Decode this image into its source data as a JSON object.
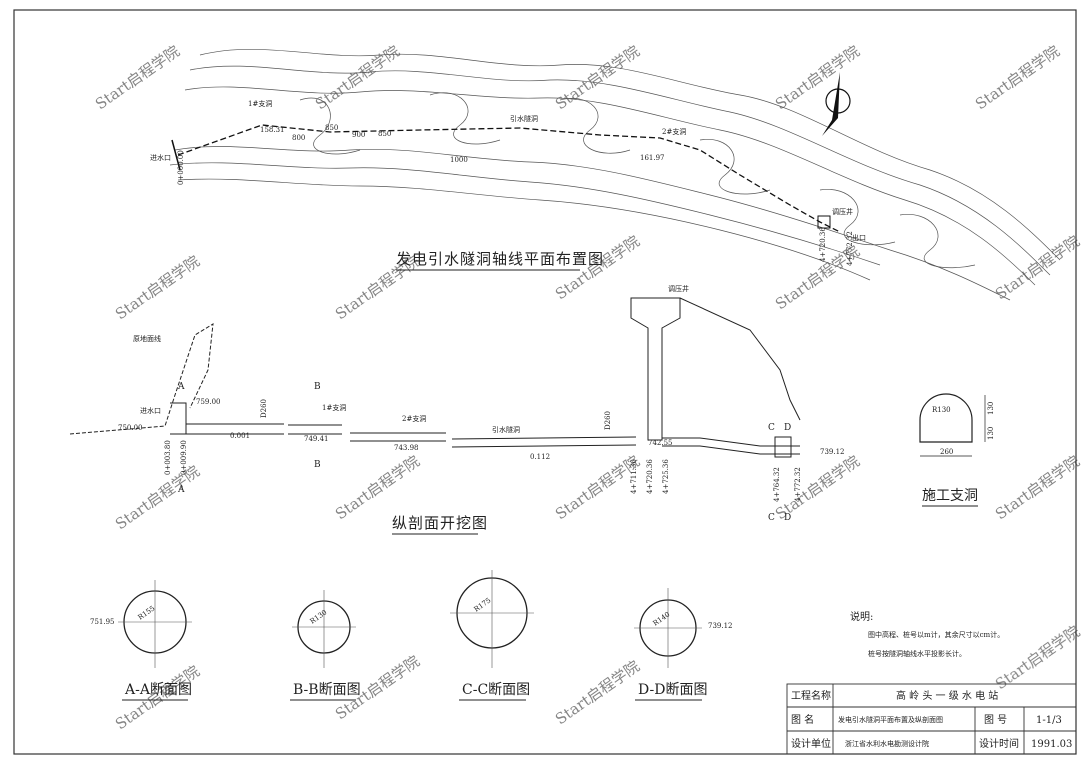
{
  "plan": {
    "title": "发电引水隧洞轴线平面布置图",
    "inlet_label": "进水口",
    "inlet_station": "0+000.00",
    "adit1_label": "1#支洞",
    "adit1_elev": "158.31",
    "adit2_label": "2#支洞",
    "adit2_elev": "161.97",
    "tunnel_label": "引水隧洞",
    "surge_label": "调压井",
    "outlet_label": "出口",
    "st1": "4+720.36",
    "st2": "4+772.32",
    "contours": [
      "800",
      "850",
      "900",
      "850",
      "1000"
    ]
  },
  "profile": {
    "title": "纵剖面开挖图",
    "ground_label": "原地面线",
    "inlet_label": "进水口",
    "elev_inlet_water": "750.00",
    "elev_inlet_top": "759.00",
    "st_inlet1": "0+003.80",
    "st_inlet2": "0+009.90",
    "slope1": "0.001",
    "slope2": "0.112",
    "d260a": "D260",
    "d260b": "D260",
    "adit1_label": "1#支洞",
    "adit1_elev": "749.41",
    "adit2_label": "2#支洞",
    "adit2_elev": "743.98",
    "tunnel_label": "引水隧洞",
    "surge_label": "调压井",
    "surge_elev": "742.55",
    "outlet_elev": "739.12",
    "st_a": "4+711.36",
    "st_b": "4+720.36",
    "st_c": "4+725.36",
    "st_d": "4+764.32",
    "st_e": "4+772.32",
    "sec_a": "A",
    "sec_b": "B",
    "sec_c": "C",
    "sec_d": "D"
  },
  "adit": {
    "title": "施工支洞",
    "r": "R130",
    "h1": "130",
    "h2": "130",
    "w": "260"
  },
  "sections": [
    {
      "title": "A-A断面图",
      "r": "R155",
      "elev": "751.95"
    },
    {
      "title": "B-B断面图",
      "r": "R130",
      "elev": ""
    },
    {
      "title": "C-C断面图",
      "r": "R175",
      "elev": ""
    },
    {
      "title": "D-D断面图",
      "r": "R140",
      "elev": "739.12"
    }
  ],
  "notes": {
    "heading": "说明:",
    "line1": "图中高程、桩号以m计，其余尺寸以cm计。",
    "line2": "桩号按隧洞轴线水平投影长计。"
  },
  "title_block": {
    "project_label": "工程名称",
    "project_value": "高 岭 头 一 级 水 电 站",
    "drawing_label": "图    名",
    "drawing_value": "发电引水隧洞平面布置及纵剖面图",
    "no_label": "图  号",
    "no_value": "1-1/3",
    "unit_label": "设计单位",
    "unit_value": "浙江省水利水电勘测设计院",
    "time_label": "设计时间",
    "time_value": "1991.03"
  },
  "watermark": "Start启程学院"
}
